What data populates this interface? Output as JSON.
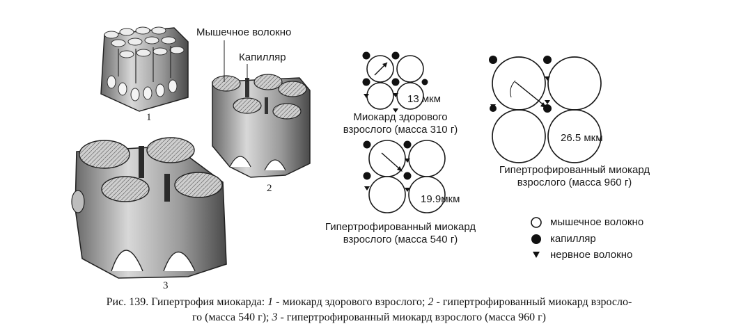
{
  "labels": {
    "muscle_fiber": "Мышечное волокно",
    "capillary": "Капилляр",
    "num_1": "1",
    "num_2": "2",
    "num_3": "3"
  },
  "panels": {
    "healthy": {
      "size": "13 мкм",
      "line1": "Миокард здорового",
      "line2": "взрослого (масса 310 г)"
    },
    "hyper540": {
      "size": "19.9мкм",
      "line1": "Гипертрофированный миокард",
      "line2": "взрослого (масса 540 г)"
    },
    "hyper960": {
      "size": "26.5 мкм",
      "line1": "Гипертрофированный миокард",
      "line2": "взрослого (масса 960 г)"
    }
  },
  "legend": {
    "muscle_fiber": "мышечное волокно",
    "capillary": "капилляр",
    "nerve_fiber": "нервное волокно"
  },
  "caption": {
    "prefix": "Рис. 139. Гипертрофия миокарда: ",
    "n1": "1",
    "t1": " - миокард здорового взрослого; ",
    "n2": "2",
    "t2": " - гипертрофированный миокард взросло-",
    "t3": "го (масса 540 г); ",
    "n3": "3",
    "t4": " - гипертрофированный миокард взрослого (масса 960 г)"
  }
}
